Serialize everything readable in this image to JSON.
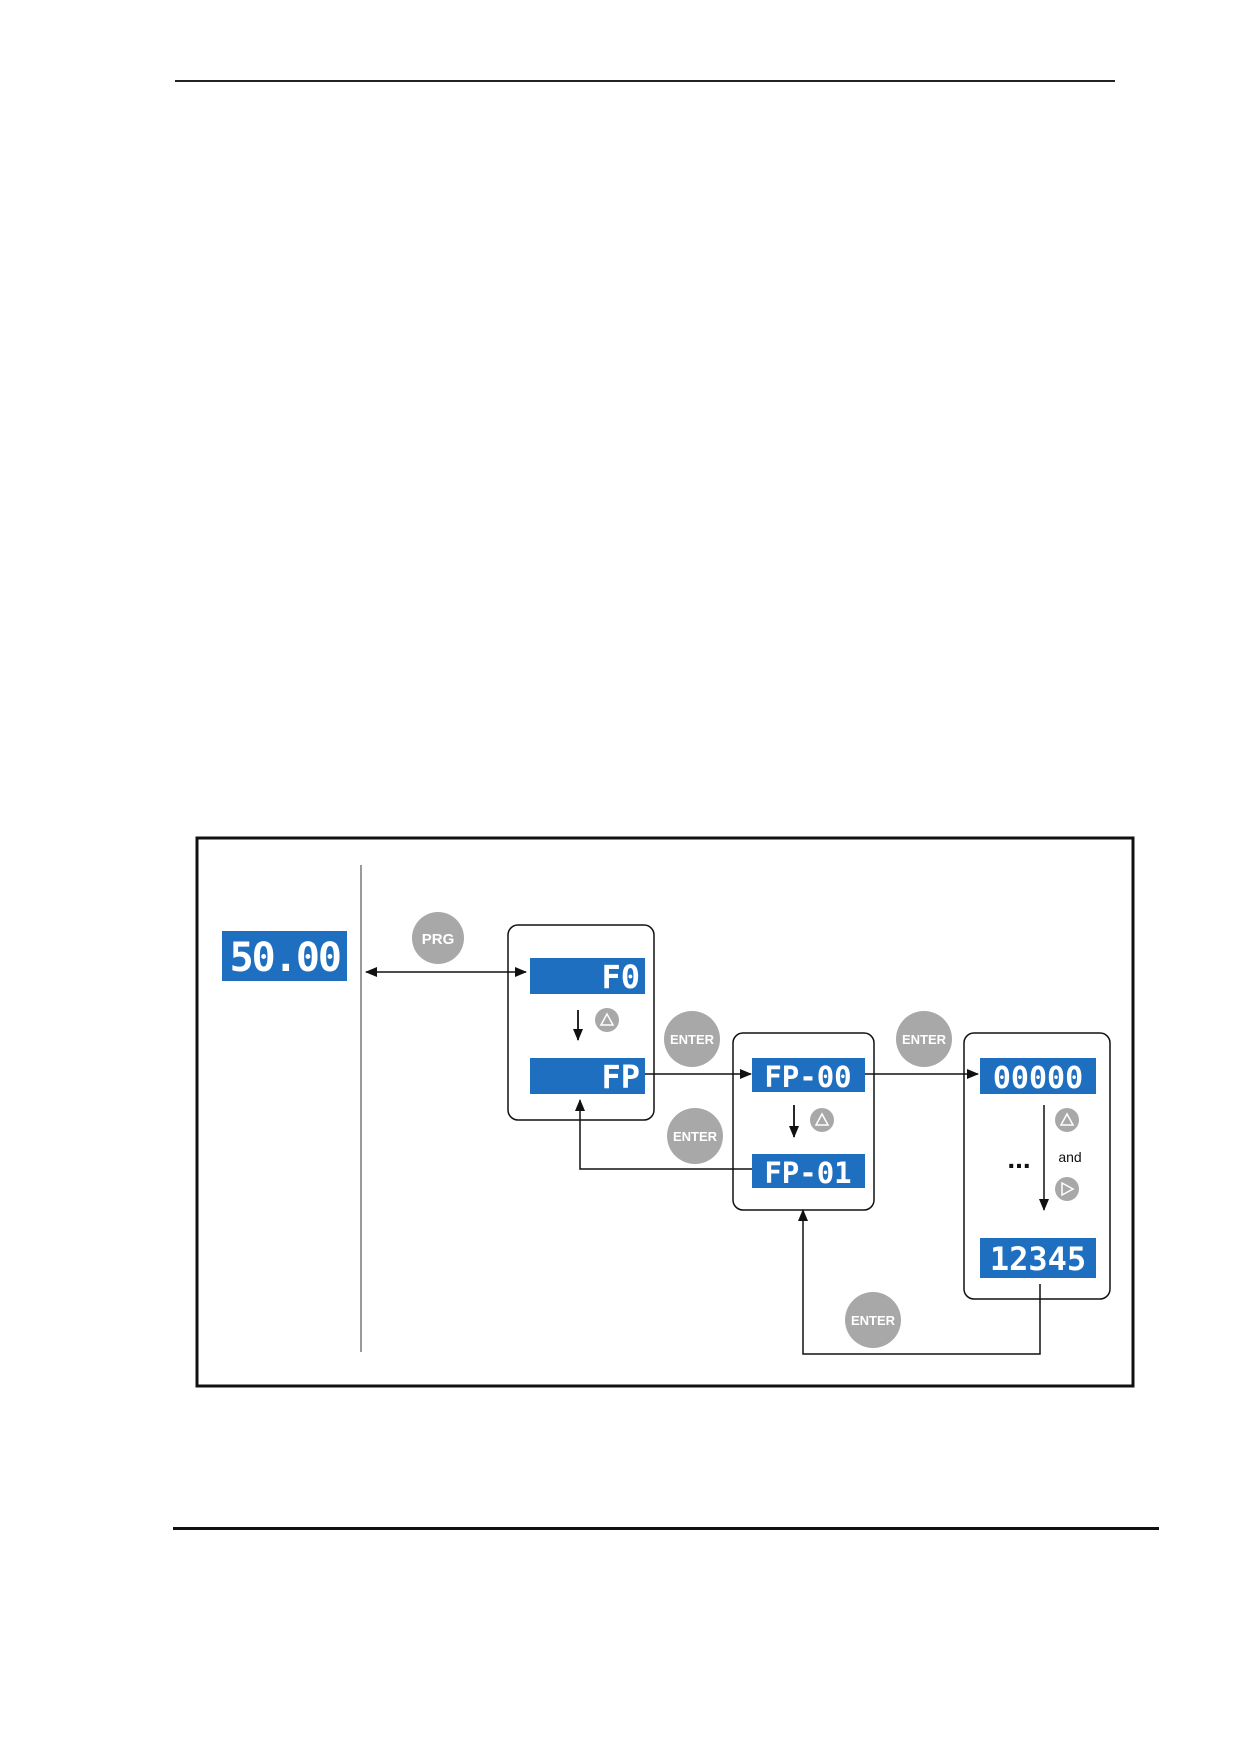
{
  "diagram": {
    "home_display": "50.00",
    "group_first": "F0",
    "group_selected": "FP",
    "param_first": "FP-00",
    "param_next": "FP-01",
    "value_initial": "00000",
    "value_edited": "12345",
    "buttons": {
      "prg": "PRG",
      "enter": "ENTER"
    },
    "and_label": "and",
    "ellipsis": "...",
    "colors": {
      "lcd_background": "#1f6fc0",
      "button_gray": "#a8a8a8",
      "frame": "#111111"
    },
    "icons": [
      "up-arrow-key-icon",
      "right-shift-key-icon"
    ]
  }
}
